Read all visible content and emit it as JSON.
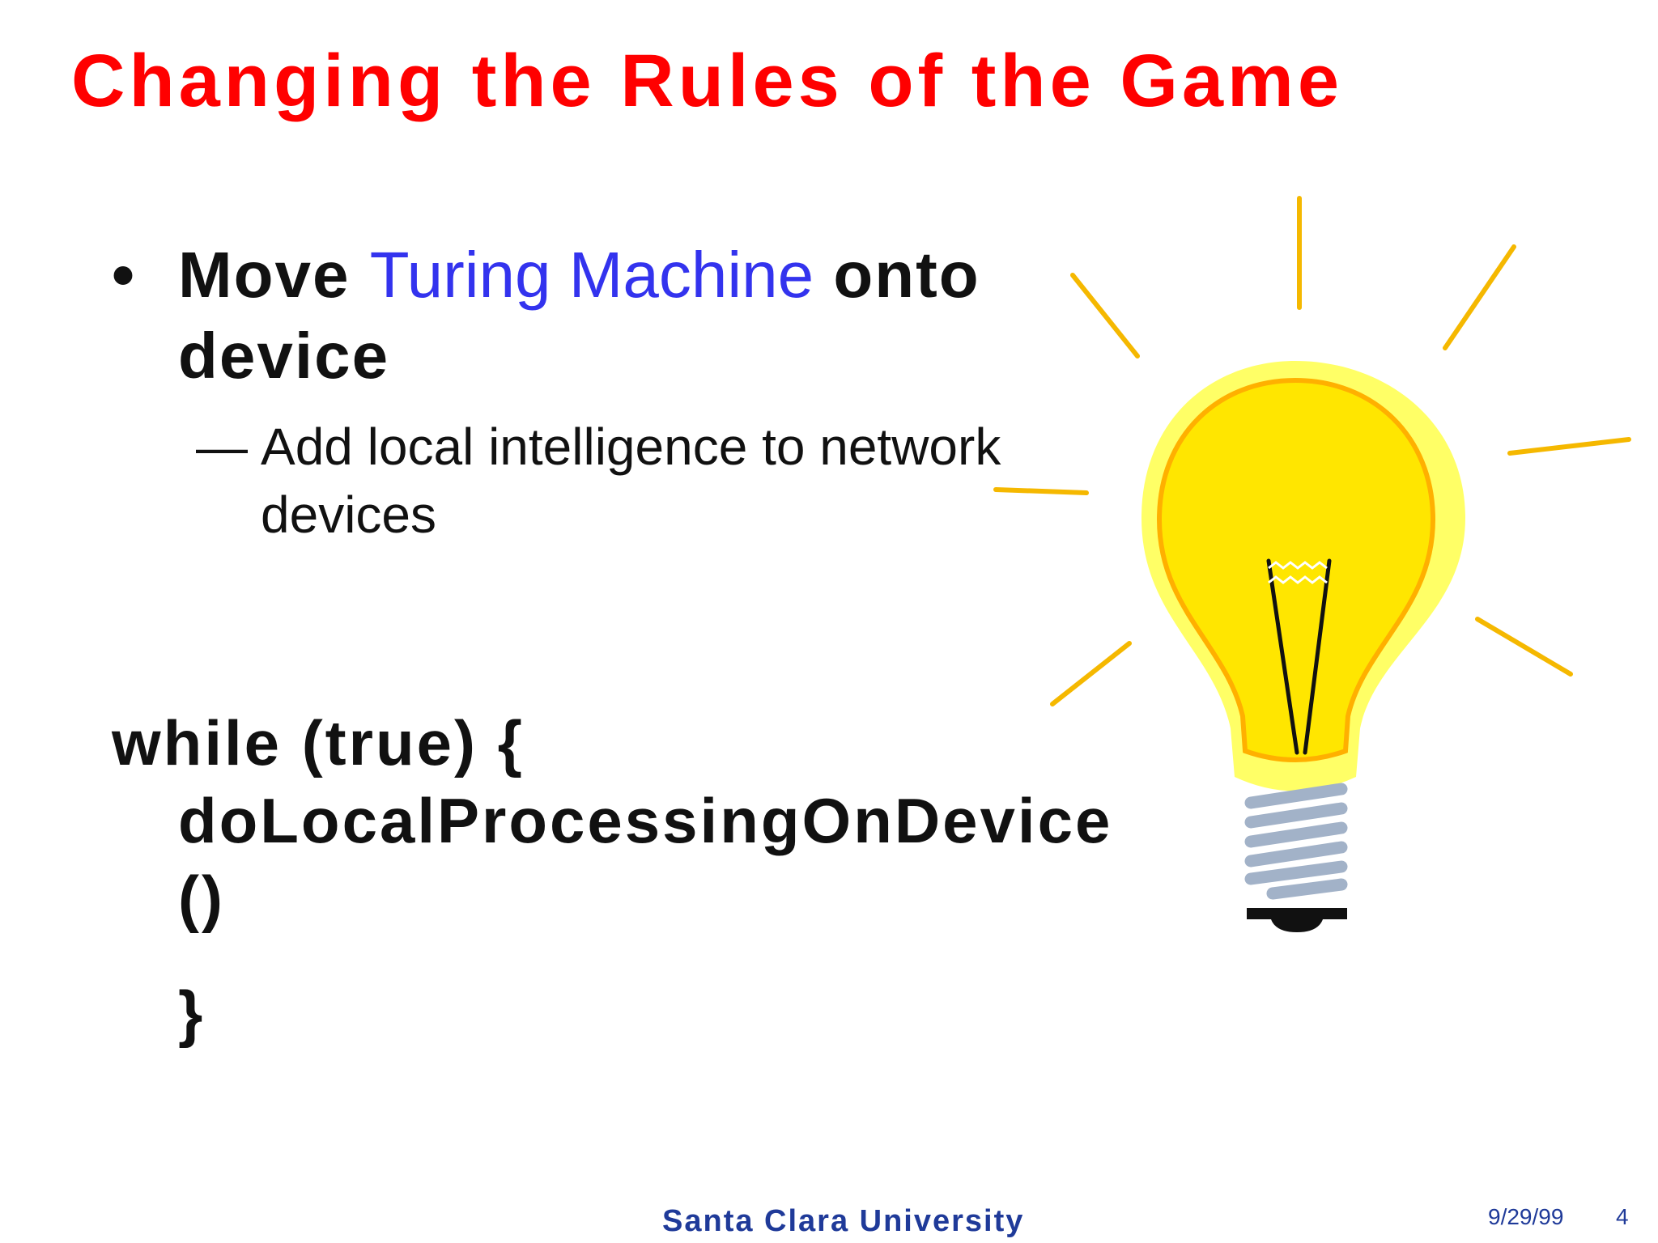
{
  "slide": {
    "title": "Changing the Rules of the Game",
    "bullet": {
      "marker": "•",
      "text_before": "Move ",
      "highlight": "Turing Machine",
      "text_after": " onto device",
      "highlight_color": "#3333ee"
    },
    "sub_bullet": {
      "marker": "—",
      "text": "Add local intelligence to network devices"
    },
    "code": {
      "line1": "while (true) {",
      "line2": "doLocalProcessingOnDevice",
      "line3": "()",
      "line4": "}"
    },
    "illustration": {
      "icon": "light-bulb-icon",
      "colors": {
        "glow": "#ffff66",
        "glass": "#ffe600",
        "outline": "#ffb000",
        "rays": "#f5b800",
        "base": "#a2b2c8",
        "filament": "#111111"
      }
    },
    "footer": {
      "university": "Santa Clara University",
      "date": "9/29/99",
      "page": "4"
    },
    "title_color": "#ff0000",
    "footer_color": "#1f3a99"
  }
}
